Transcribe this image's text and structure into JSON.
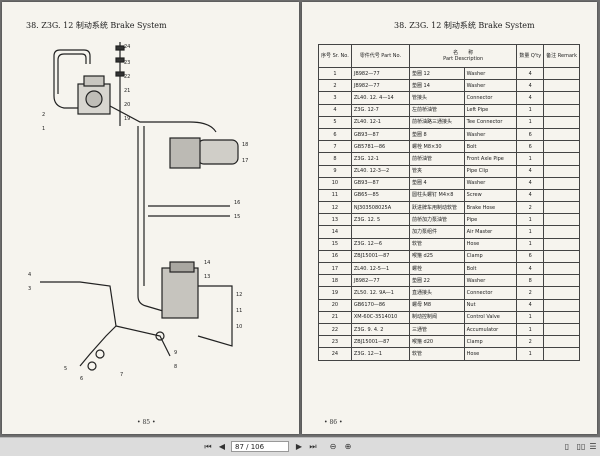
{
  "left_page": {
    "title": "38. Z3G. 12   制动系统   Brake System",
    "page_number": "• 85 •",
    "callouts": [
      "24",
      "23",
      "22",
      "21",
      "20",
      "19",
      "18",
      "17",
      "16",
      "15",
      "14",
      "13",
      "12",
      "11",
      "10",
      "9",
      "8",
      "7",
      "6",
      "5",
      "4",
      "3",
      "2",
      "1"
    ]
  },
  "right_page": {
    "title": "38. Z3G. 12   制动系统   Brake System",
    "page_number": "• 86 •",
    "headers": {
      "no": "序号 Sr. No.",
      "part_no": "零件代号 Part No.",
      "desc_cn": "名　　称",
      "desc_en": "Part Description",
      "qty": "数量 Q'ty",
      "remark": "备注 Remark"
    },
    "rows": [
      {
        "no": "1",
        "part": "JB982—77",
        "cn": "垫圈 12",
        "en": "Washer",
        "qty": "4"
      },
      {
        "no": "2",
        "part": "JB982—77",
        "cn": "垫圈 14",
        "en": "Washer",
        "qty": "4"
      },
      {
        "no": "3",
        "part": "ZL40. 12. 4—14",
        "cn": "管接头",
        "en": "Connector",
        "qty": "4"
      },
      {
        "no": "4",
        "part": "Z3G. 12-7",
        "cn": "左前桥油管",
        "en": "Left Pipe",
        "qty": "1"
      },
      {
        "no": "5",
        "part": "ZL40. 12-1",
        "cn": "前桥油路三通接头",
        "en": "Tee Connector",
        "qty": "1"
      },
      {
        "no": "6",
        "part": "GB93—87",
        "cn": "垫圈 8",
        "en": "Washer",
        "qty": "6"
      },
      {
        "no": "7",
        "part": "GB5781—86",
        "cn": "螺栓 M8×30",
        "en": "Bolt",
        "qty": "6"
      },
      {
        "no": "8",
        "part": "Z3G. 12-1",
        "cn": "前桥油管",
        "en": "Front Axle Pipe",
        "qty": "1"
      },
      {
        "no": "9",
        "part": "ZL40. 12-3—2",
        "cn": "管夹",
        "en": "Pipe Clip",
        "qty": "4"
      },
      {
        "no": "10",
        "part": "GB93—87",
        "cn": "垫圈 4",
        "en": "Washer",
        "qty": "4"
      },
      {
        "no": "11",
        "part": "GB65—85",
        "cn": "圆柱头螺钉 M4×8",
        "en": "Screw",
        "qty": "4"
      },
      {
        "no": "12",
        "part": "NJ303508025A",
        "cn": "跃进牌车用制动软管",
        "en": "Brake Hose",
        "qty": "2"
      },
      {
        "no": "13",
        "part": "Z3G. 12. 5",
        "cn": "前桥加力泵油管",
        "en": "Pipe",
        "qty": "1"
      },
      {
        "no": "14",
        "part": "",
        "cn": "加力泵组件",
        "en": "Air Master",
        "qty": "1"
      },
      {
        "no": "15",
        "part": "Z3G. 12—6",
        "cn": "软管",
        "en": "Hose",
        "qty": "1"
      },
      {
        "no": "16",
        "part": "ZBJ15001—87",
        "cn": "喉箍 d25",
        "en": "Clamp",
        "qty": "6"
      },
      {
        "no": "17",
        "part": "ZL40. 12-5—1",
        "cn": "螺栓",
        "en": "Bolt",
        "qty": "4"
      },
      {
        "no": "18",
        "part": "JB982—77",
        "cn": "垫圈 22",
        "en": "Washer",
        "qty": "8"
      },
      {
        "no": "19",
        "part": "ZL50. 12. 9A—1",
        "cn": "直通接头",
        "en": "Connector",
        "qty": "2"
      },
      {
        "no": "20",
        "part": "GB6170—86",
        "cn": "螺母 M8",
        "en": "Nut",
        "qty": "4"
      },
      {
        "no": "21",
        "part": "XM-60C-3514010",
        "cn": "制动控制阀",
        "en": "Control Valve",
        "qty": "1"
      },
      {
        "no": "22",
        "part": "Z3G. 9. 4. 2",
        "cn": "三通管",
        "en": "Accumulator",
        "qty": "1"
      },
      {
        "no": "23",
        "part": "ZBJ15001—87",
        "cn": "喉箍 d20",
        "en": "Clamp",
        "qty": "2"
      },
      {
        "no": "24",
        "part": "Z3G. 12—1",
        "cn": "软管",
        "en": "Hose",
        "qty": "1"
      }
    ]
  },
  "toolbar": {
    "page_indicator": "87 / 106"
  }
}
